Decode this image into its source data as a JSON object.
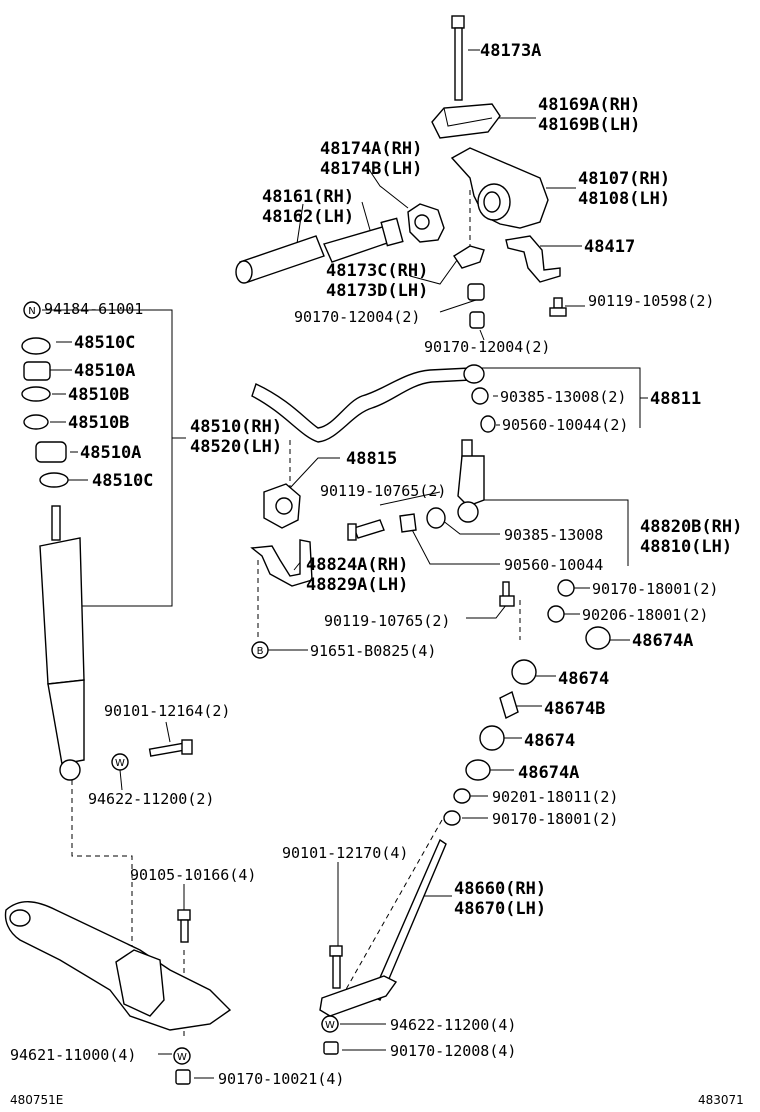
{
  "labels": {
    "p48173A": "48173A",
    "p48169A": "48169A(RH)",
    "p48169B": "48169B(LH)",
    "p48174A": "48174A(RH)",
    "p48174B": "48174B(LH)",
    "p48107": "48107(RH)",
    "p48108": "48108(LH)",
    "p48161": "48161(RH)",
    "p48162": "48162(LH)",
    "p48417": "48417",
    "p48173C": "48173C(RH)",
    "p48173D": "48173D(LH)",
    "p90119_10598": "90119-10598(2)",
    "p94184": "94184-61001",
    "p90170_12004a": "90170-12004(2)",
    "p48510C_top": "48510C",
    "p90170_12004b": "90170-12004(2)",
    "p48510A_top": "48510A",
    "p48510B_1": "48510B",
    "p90385_13008a": "90385-13008(2)",
    "p48811": "48811",
    "p48510B_2": "48510B",
    "p90560_10044a": "90560-10044(2)",
    "p48510RH": "48510(RH)",
    "p48520LH": "48520(LH)",
    "p48510A_bot": "48510A",
    "p48815": "48815",
    "p48510C_bot": "48510C",
    "p90119_10765a": "90119-10765(2)",
    "p90385_13008b": "90385-13008",
    "p48820B": "48820B(RH)",
    "p48810": "48810(LH)",
    "p48824A": "48824A(RH)",
    "p48829A": "48829A(LH)",
    "p90560_10044b": "90560-10044",
    "p90170_18001a": "90170-18001(2)",
    "p90119_10765b": "90119-10765(2)",
    "p90206": "90206-18001(2)",
    "p48674A_1": "48674A",
    "p91651": "91651-B0825(4)",
    "p48674_1": "48674",
    "p48674B": "48674B",
    "p90101_12164": "90101-12164(2)",
    "p48674_2": "48674",
    "p48674A_2": "48674A",
    "p94622_a": "94622-11200(2)",
    "p90201": "90201-18011(2)",
    "p90170_18001b": "90170-18001(2)",
    "p90101_12170": "90101-12170(4)",
    "p90105": "90105-10166(4)",
    "p48660": "48660(RH)",
    "p48670": "48670(LH)",
    "p94622_b": "94622-11200(4)",
    "p90170_12008": "90170-12008(4)",
    "p94621": "94621-11000(4)",
    "p90170_10021": "90170-10021(4)",
    "code_left": "480751E",
    "code_right": "483071"
  },
  "symbols": {
    "n": "N",
    "b": "B",
    "w1": "W",
    "w2": "W",
    "w3": "W"
  },
  "colors": {
    "line": "#000000",
    "background": "#ffffff"
  }
}
